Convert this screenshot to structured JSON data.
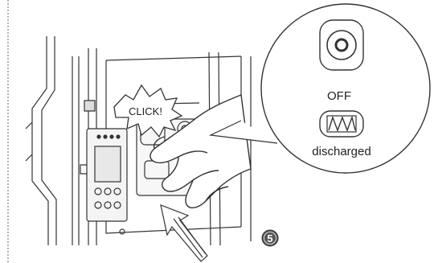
{
  "callout": {
    "text": "CLICK!"
  },
  "zoom_inset": {
    "switch_state_label": "OFF",
    "indicator_label": "discharged"
  },
  "step_marker": {
    "number": "5"
  },
  "colors": {
    "line": "#333333",
    "paper": "#ffffff",
    "marker_fill": "#555555"
  }
}
